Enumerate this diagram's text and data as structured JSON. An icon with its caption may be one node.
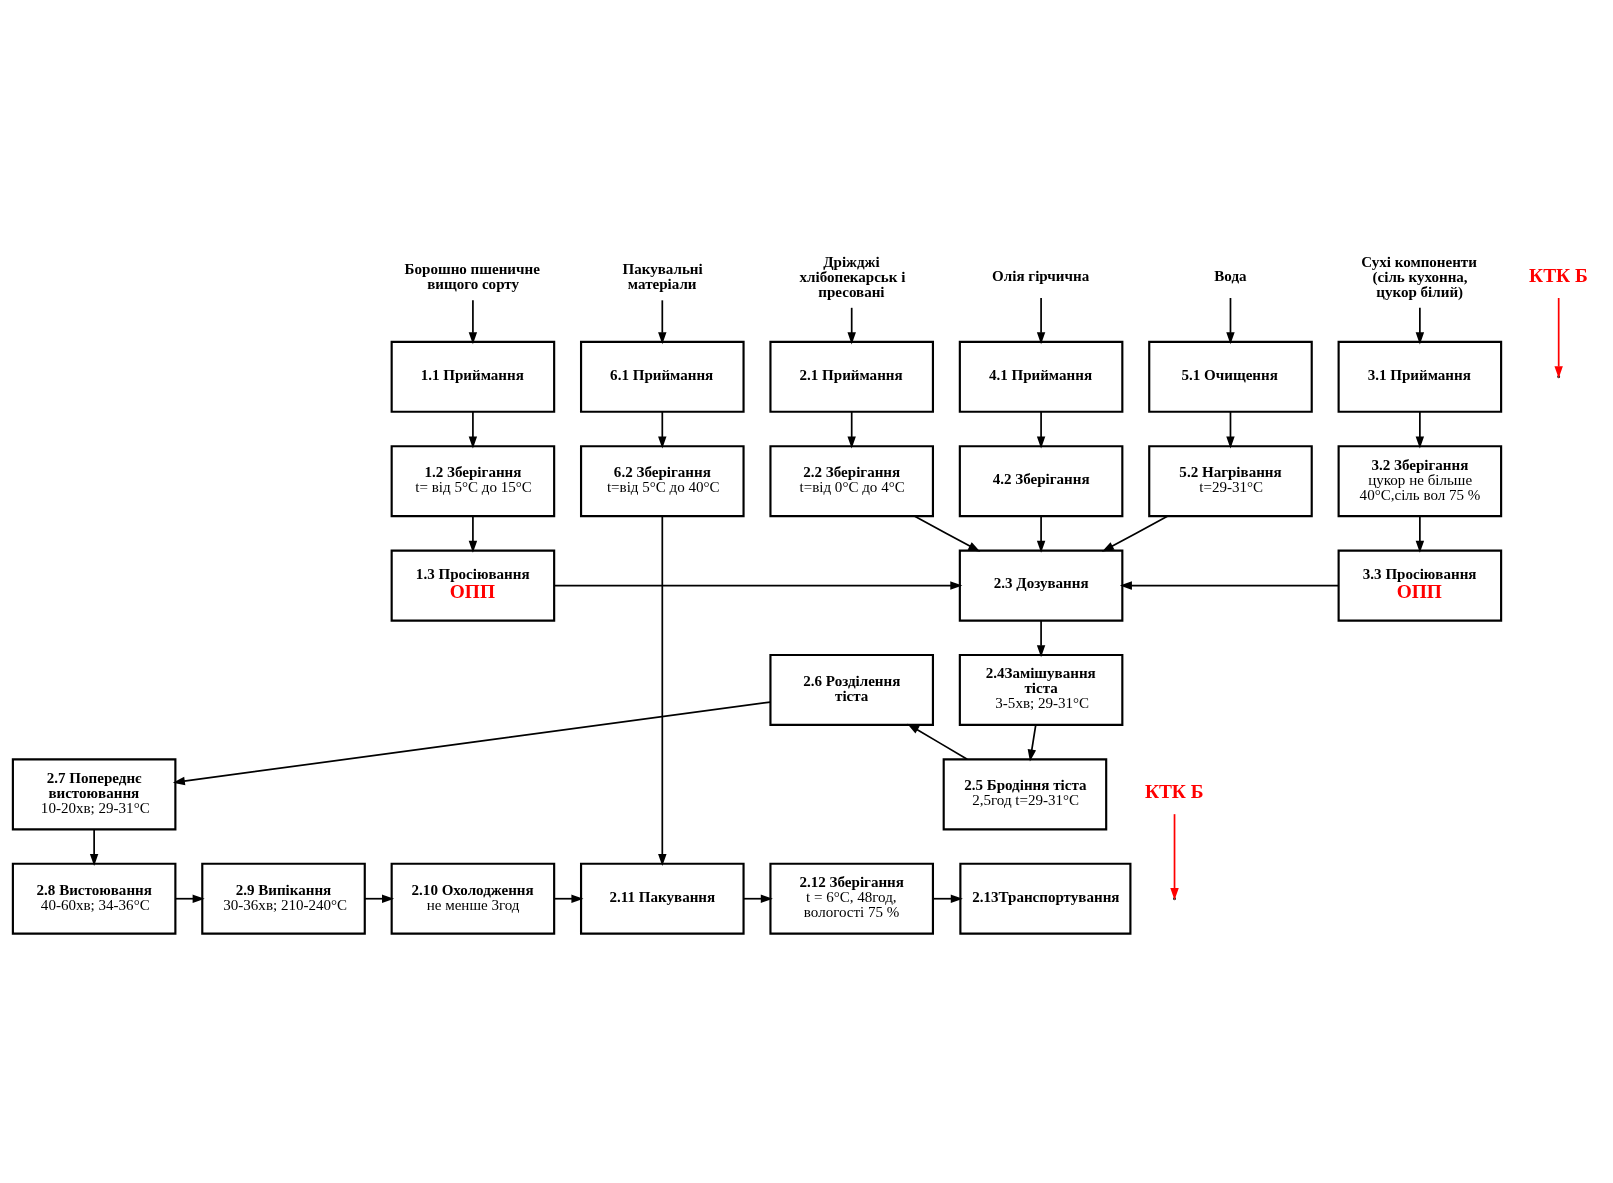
{
  "diagram": {
    "nodes": [
      {
        "text": [
          "Борошно пшеничне вищого сорту"
        ]
      },
      {
        "text": [
          "Дріжджі хлібопекарськ і пресовані"
        ]
      },
      {
        "text": [
          "Сухі компоненти (сіль кухонна, цукор білий)"
        ]
      },
      {
        "text": [
          "Олія гірчична"
        ]
      },
      {
        "text": [
          "Вода"
        ]
      },
      {
        "text": [
          "Пакувальні матеріали"
        ]
      },
      {
        "text": [
          "1.1 Приймання"
        ]
      },
      {
        "text": [
          "2.1 Приймання"
        ]
      },
      {
        "text": [
          "3.1 Приймання"
        ]
      },
      {
        "text": [
          "4.1 Приймання"
        ]
      },
      {
        "text": [
          "5.1 Очищення"
        ]
      },
      {
        "text": [
          "6.1 Приймання"
        ]
      },
      {
        "text": [
          "1.2 Зберігання",
          "t= від 5°C до 15°C"
        ]
      },
      {
        "text": [
          "2.2 Зберігання",
          "t=від 0°C до 4°C"
        ]
      },
      {
        "text": [
          "3.2 Зберігання",
          "цукор не більше 40°C,сіль вол 75 %"
        ]
      },
      {
        "text": [
          "4.2 Зберігання"
        ]
      },
      {
        "text": [
          "5.2 Нагрівання",
          "t=29-31°C"
        ]
      },
      {
        "text": [
          "6.2 Зберігання",
          "t=від 5°C до 40°C"
        ]
      },
      {
        "text": [
          "1.3 Просіювання",
          "ОПП"
        ]
      },
      {
        "text": [
          "2.3 Дозування"
        ]
      },
      {
        "text": [
          "3.3 Просіювання",
          "ОПП"
        ]
      },
      {
        "text": [
          "2.4Замішування тіста",
          "3-5хв; 29-31°C"
        ]
      },
      {
        "text": [
          "2.6 Розділення тіста"
        ]
      },
      {
        "text": [
          "2.5 Бродіння тіста",
          "2,5год t=29-31°C"
        ]
      },
      {
        "text": [
          "2.7 Попереднє вистоювання",
          "10-20хв; 29-31°C"
        ]
      },
      {
        "text": [
          "2.8 Вистоювання",
          "40-60хв; 34-36°C"
        ]
      },
      {
        "text": [
          "2.9 Випікання",
          "30-36хв; 210-240°C"
        ]
      },
      {
        "text": [
          "2.10 Охолодження",
          "не менше 3год"
        ]
      },
      {
        "text": [
          "2.11 Пакування"
        ]
      },
      {
        "text": [
          "2.12 Зберігання",
          "t = 6°C, 48год, вологості 75 %"
        ]
      },
      {
        "text": [
          "2.13Транспортування"
        ]
      },
      {
        "text": [
          "КТК Б"
        ]
      },
      {
        "text": [
          "КТК Б"
        ]
      }
    ],
    "edges": [
      {
        "from": 0,
        "to": 6,
        "arrow": "to"
      },
      {
        "from": 1,
        "to": 7,
        "arrow": "to"
      },
      {
        "from": 2,
        "to": 8,
        "arrow": "to"
      },
      {
        "from": 3,
        "to": 9,
        "arrow": "to"
      },
      {
        "from": 4,
        "to": 10,
        "arrow": "to"
      },
      {
        "from": 5,
        "to": 11,
        "arrow": "to"
      },
      {
        "from": 6,
        "to": 12,
        "arrow": "to"
      },
      {
        "from": 7,
        "to": 13,
        "arrow": "to"
      },
      {
        "from": 8,
        "to": 14,
        "arrow": "to"
      },
      {
        "from": 9,
        "to": 15,
        "arrow": "to"
      },
      {
        "from": 10,
        "to": 16,
        "arrow": "to"
      },
      {
        "from": 11,
        "to": 17,
        "arrow": "to"
      },
      {
        "from": 12,
        "to": 18,
        "arrow": "to"
      },
      {
        "from": 13,
        "to": 19,
        "arrow": "to"
      },
      {
        "from": 14,
        "to": 20,
        "arrow": "to"
      },
      {
        "from": 18,
        "to": 19,
        "arrow": "to"
      },
      {
        "from": 20,
        "to": 19,
        "arrow": "to"
      },
      {
        "from": 15,
        "to": 19,
        "arrow": "to"
      },
      {
        "from": 16,
        "to": 19,
        "arrow": "to"
      },
      {
        "from": 19,
        "to": 21,
        "arrow": "to"
      },
      {
        "from": 21,
        "to": 23,
        "arrow": "to"
      },
      {
        "from": 23,
        "to": 22,
        "arrow": "to"
      },
      {
        "from": 22,
        "to": 24,
        "arrow": "to"
      },
      {
        "from": 24,
        "to": 25,
        "arrow": "to"
      },
      {
        "from": 25,
        "to": 26,
        "arrow": "to"
      },
      {
        "from": 26,
        "to": 27,
        "arrow": "to"
      },
      {
        "from": 27,
        "to": 28,
        "arrow": "to"
      },
      {
        "from": 17,
        "to": 28,
        "arrow": "to"
      },
      {
        "from": 28,
        "to": 29,
        "arrow": "to"
      },
      {
        "from": 29,
        "to": 30,
        "arrow": "to"
      },
      {
        "from": 31,
        "to": null,
        "arrow": "to",
        "color": "#ff0000"
      },
      {
        "from": 32,
        "to": null,
        "arrow": "to",
        "color": "#ff0000"
      }
    ]
  }
}
